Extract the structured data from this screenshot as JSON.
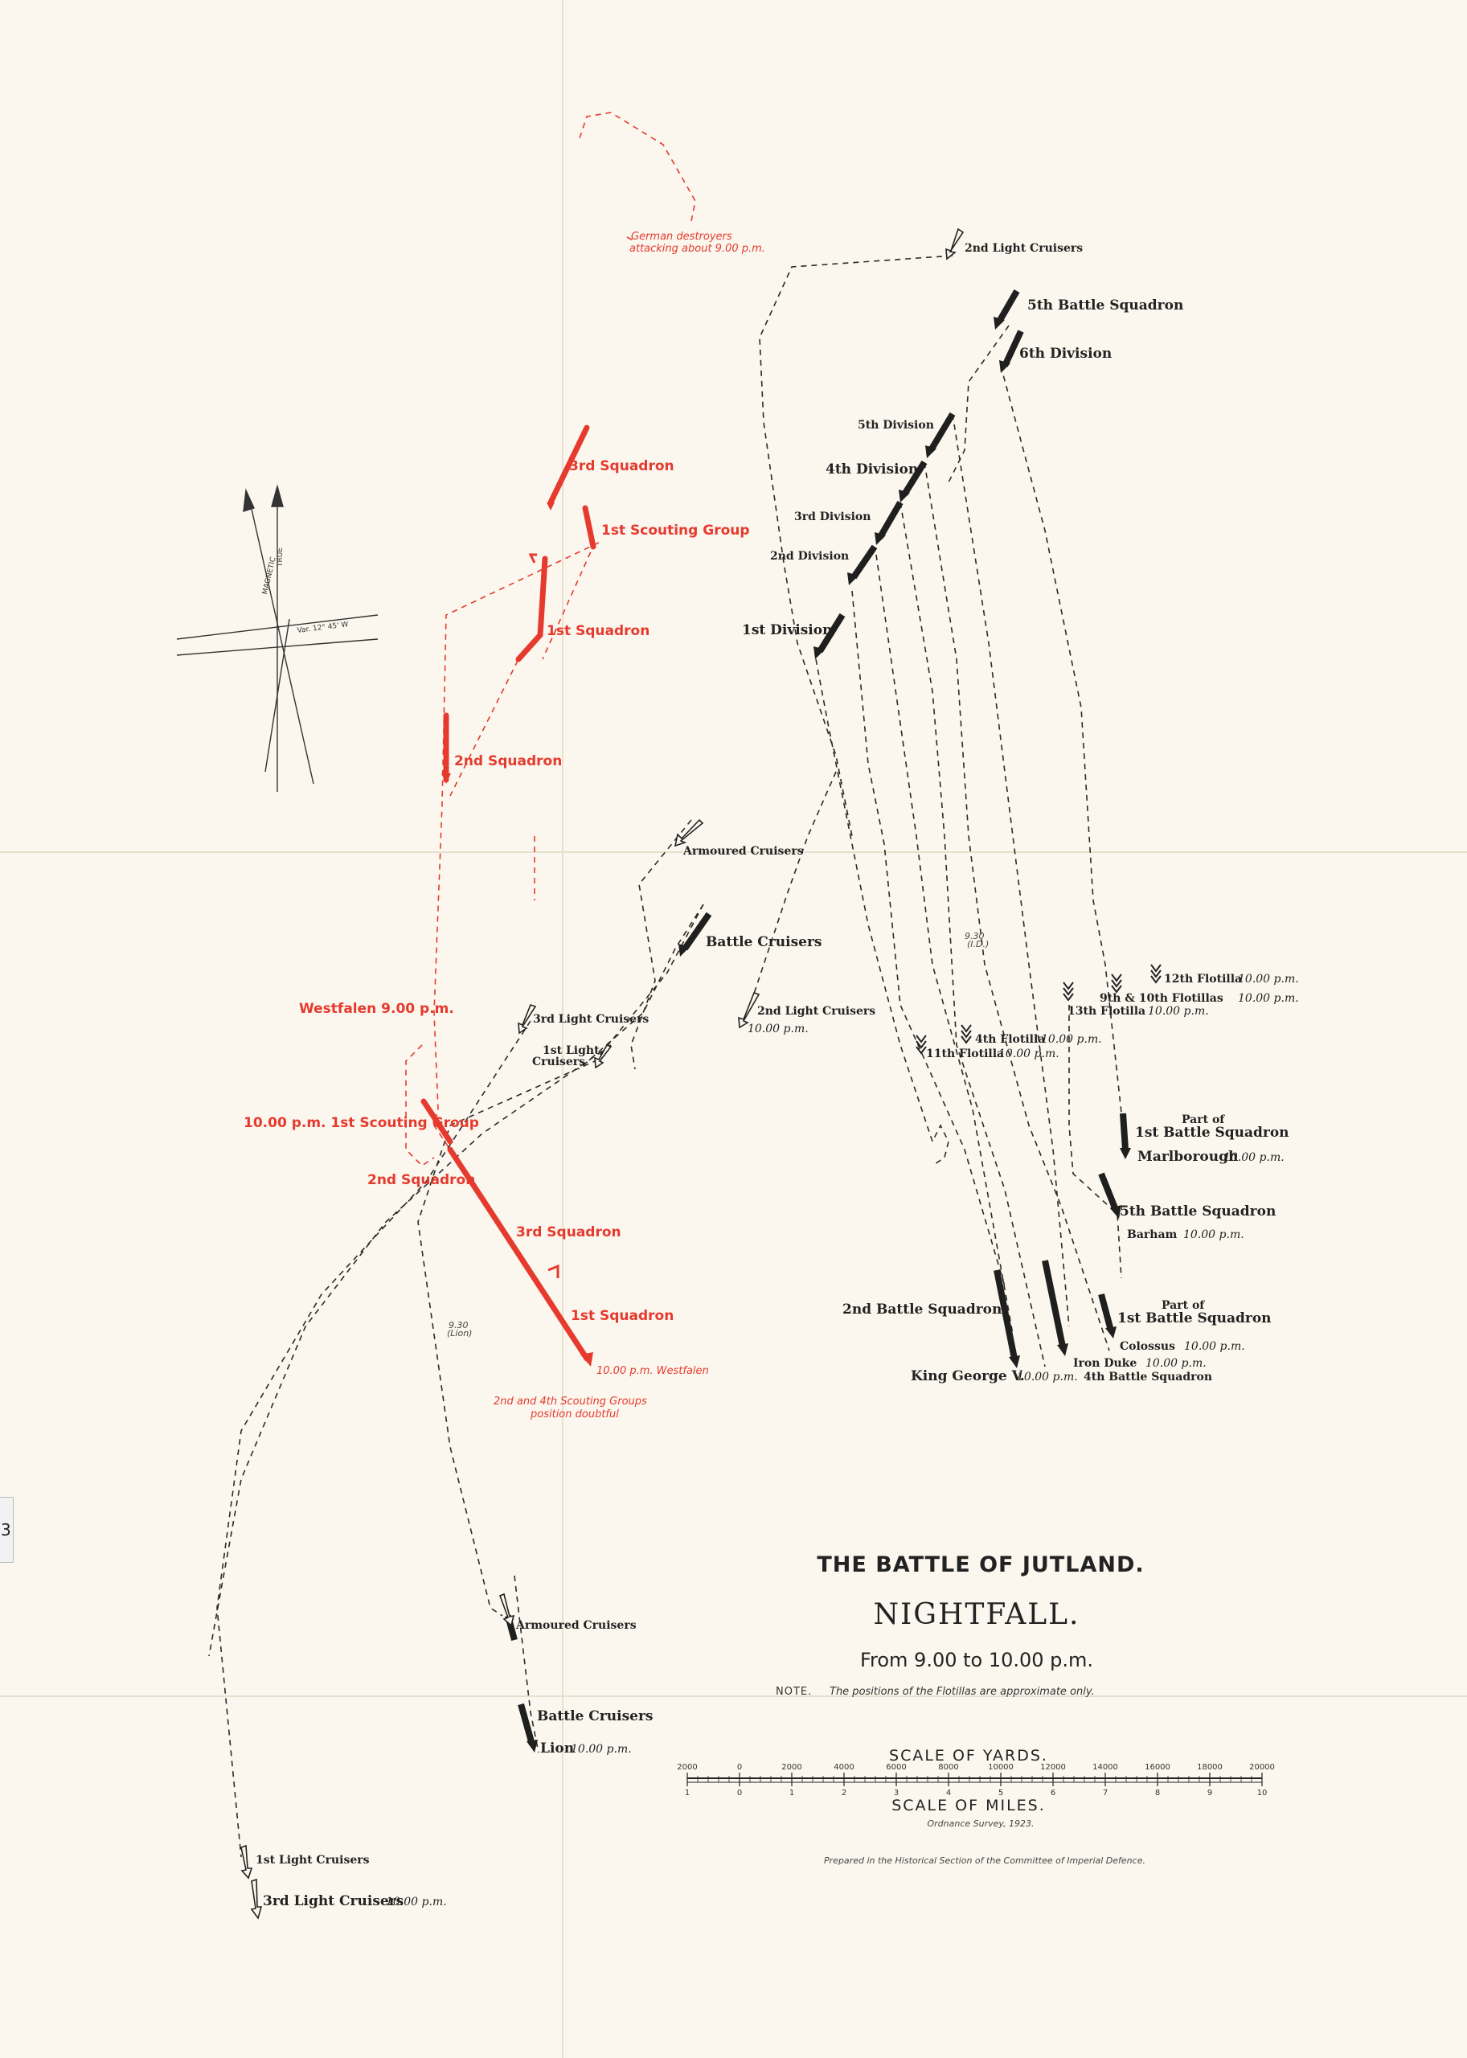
{
  "title": {
    "line1": "THE BATTLE OF JUTLAND.",
    "line2": "NIGHTFALL.",
    "line3": "From 9.00 to 10.00 p.m."
  },
  "note": {
    "label": "NOTE.",
    "text": "The positions of the Flotillas are approximate only."
  },
  "scale": {
    "yards_label": "SCALE OF YARDS.",
    "miles_label": "SCALE OF MILES.",
    "yards_ticks": [
      "2000",
      "0",
      "2000",
      "4000",
      "6000",
      "8000",
      "10000",
      "12000",
      "14000",
      "16000",
      "18000",
      "20000"
    ],
    "miles_ticks": [
      "1",
      "0",
      "1",
      "2",
      "3",
      "4",
      "5",
      "6",
      "7",
      "8",
      "9",
      "10"
    ],
    "survey": "Ordnance Survey, 1923."
  },
  "credit": "Prepared in the Historical Section of the Committee of Imperial Defence.",
  "compass": {
    "magnetic": "MAGNETIC",
    "true": "TRUE",
    "variation": "Var. 12° 45' W"
  },
  "edge_tab": "3",
  "colors": {
    "german": "#e63a2e",
    "british": "#1f1f1f",
    "paper": "#fbf7ee"
  },
  "labels": {
    "german_destroyers": "German destroyers",
    "german_destroyers_time": "attacking about 9.00 p.m.",
    "g_3rd_squadron_n": "3rd Squadron",
    "g_1st_scouting_n": "1st Scouting Group",
    "g_1st_squadron_n": "1st Squadron",
    "g_2nd_squadron_n": "2nd Squadron",
    "westfalen_900": "Westfalen 9.00 p.m.",
    "g_1st_scouting_s": "10.00 p.m. 1st Scouting Group",
    "g_2nd_squadron_s": "2nd Squadron",
    "g_3rd_squadron_s": "3rd Squadron",
    "g_1st_squadron_s": "1st Squadron",
    "westfalen_1000": "10.00 p.m. Westfalen",
    "scouting_doubtful_1": "2nd and 4th Scouting Groups",
    "scouting_doubtful_2": "position doubtful",
    "b_2nd_light_cruisers_n": "2nd Light Cruisers",
    "b_5th_battle_squadron_n": "5th Battle Squadron",
    "b_6th_division": "6th Division",
    "b_5th_division": "5th Division",
    "b_4th_division": "4th Division",
    "b_3rd_division": "3rd Division",
    "b_2nd_division": "2nd Division",
    "b_1st_division": "1st Division",
    "b_armoured_cruisers_n": "Armoured Cruisers",
    "b_battle_cruisers_n": "Battle Cruisers",
    "b_3rd_light_cruisers_n": "3rd Light Cruisers",
    "b_1st_light_cruisers_n1": "1st Light",
    "b_1st_light_cruisers_n2": "Cruisers",
    "b_2nd_light_cruisers_s": "2nd Light Cruisers",
    "b_2nd_light_cruisers_s_time": "10.00 p.m.",
    "b_11th_flotilla": "11th Flotilla",
    "b_11th_flotilla_time": "10.00 p.m.",
    "b_4th_flotilla": "4th Flotilla",
    "b_4th_flotilla_time": "10.00 p.m.",
    "b_13th_flotilla": "13th Flotilla",
    "b_13th_flotilla_time": "10.00 p.m.",
    "b_12th_flotilla": "12th Flotilla",
    "b_12th_flotilla_time": "10.00 p.m.",
    "b_9_10_flotillas": "9th & 10th Flotillas",
    "b_9_10_flotillas_time": "10.00 p.m.",
    "b_part_1st_bs_a": "Part of",
    "b_part_1st_bs_b": "1st Battle Squadron",
    "b_marlborough": "Marlborough",
    "b_marlborough_time": "10.00 p.m.",
    "b_5th_battle_squadron_s": "5th Battle Squadron",
    "b_barham": "Barham",
    "b_barham_time": "10.00 p.m.",
    "b_2nd_battle_squadron": "2nd Battle Squadron",
    "b_part_1st_bs2_a": "Part of",
    "b_part_1st_bs2_b": "1st Battle Squadron",
    "b_colossus": "Colossus",
    "b_colossus_time": "10.00 p.m.",
    "b_iron_duke": "Iron Duke",
    "b_iron_duke_time": "10.00 p.m.",
    "b_king_george": "King George V.",
    "b_king_george_time": "10.00 p.m.",
    "b_4th_battle_squadron": "4th Battle Squadron",
    "b_armoured_cruisers_s": "Armoured Cruisers",
    "b_battle_cruisers_s": "Battle Cruisers",
    "b_lion": "Lion",
    "b_lion_time": "10.00 p.m.",
    "b_1st_light_cruisers_s": "1st Light Cruisers",
    "b_3rd_light_cruisers_s": "3rd Light Cruisers",
    "b_3rd_light_cruisers_s_time": "10.00 p.m.",
    "time_930_a": "9.30",
    "time_930_a_sub": "(I.D.)",
    "time_930_b": "9.30",
    "time_930_b_sub": "(Lion)"
  }
}
